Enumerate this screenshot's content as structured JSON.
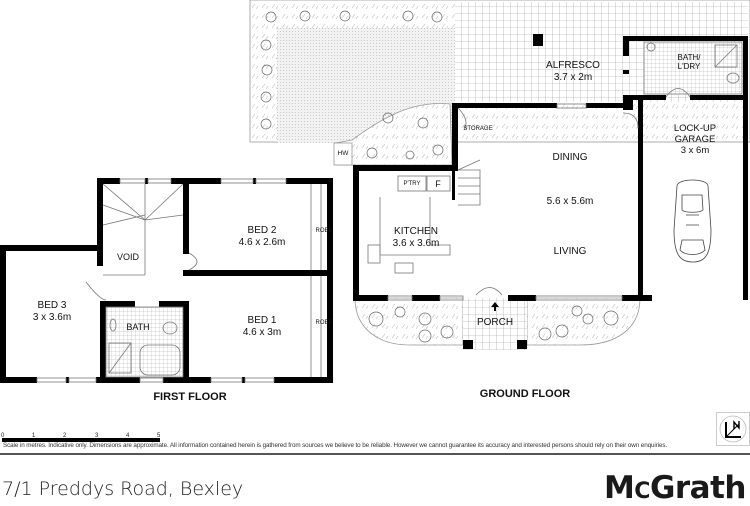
{
  "floors": {
    "first_floor": {
      "title": "FIRST FLOOR",
      "rooms": [
        {
          "name": "BED 2",
          "dims": "4.6 x 2.6m"
        },
        {
          "name": "BED 1",
          "dims": "4.6 x 3m"
        },
        {
          "name": "BED 3",
          "dims": "3 x 3.6m"
        },
        {
          "name": "VOID"
        },
        {
          "name": "BATH"
        },
        {
          "name": "ROBE"
        },
        {
          "name": "ROBE"
        }
      ]
    },
    "ground_floor": {
      "title": "GROUND FLOOR",
      "rooms": [
        {
          "name": "ALFRESCO",
          "dims": "3.7 x 2m"
        },
        {
          "name": "BATH/",
          "name2": "L'DRY"
        },
        {
          "name": "LOCK-UP",
          "name2": "GARAGE",
          "dims": "3 x 6m"
        },
        {
          "name": "STORAGE"
        },
        {
          "name": "DINING"
        },
        {
          "name": "5.6 x 5.6m"
        },
        {
          "name": "LIVING"
        },
        {
          "name": "KITCHEN",
          "dims": "3.6 x 3.6m"
        },
        {
          "name": "P'TRY"
        },
        {
          "name": "F"
        },
        {
          "name": "PORCH"
        },
        {
          "name": "HW"
        }
      ]
    }
  },
  "scale": {
    "ticks": [
      "0",
      "1",
      "2",
      "3",
      "4",
      "5"
    ],
    "unit_note": "Scale in metres."
  },
  "disclaimer": "Scale in metres. Indicative only. Dimensions are approximate. All information contained herein is gathered from sources we believe to be reliable. However we cannot guarantee its accuracy and interested persons should rely on their own enquiries.",
  "footer": {
    "address": "7/1 Preddys Road, Bexley",
    "brand_prefix": "M",
    "brand_c": "C",
    "brand_suffix": "Grath"
  },
  "compass": {
    "label": "N"
  },
  "colors": {
    "wall": "#000000",
    "line": "#888888",
    "text": "#111111"
  }
}
